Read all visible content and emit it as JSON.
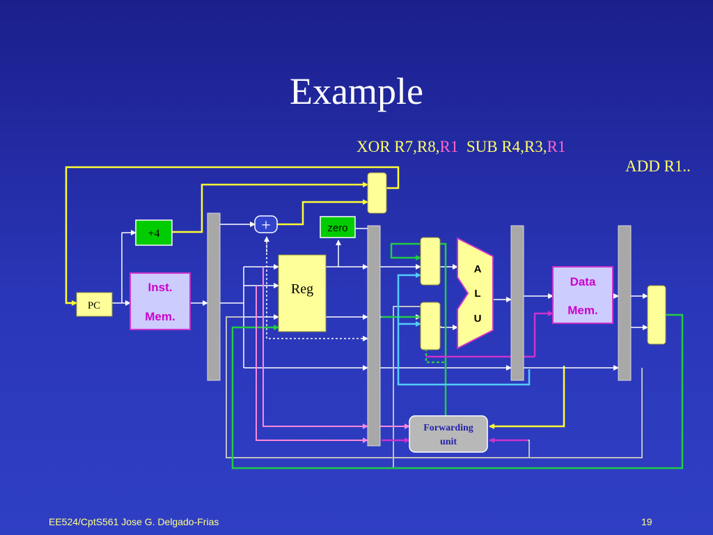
{
  "slide": {
    "title": "Example",
    "instructions": {
      "xor_prefix": "XOR  R7,R8,",
      "xor_reg": "R1",
      "sub_prefix": "SUB  R4,R3,",
      "sub_reg": "R1",
      "add": "ADD R1.."
    },
    "footer_left": "EE524/CptS561  Jose G. Delgado-Frias",
    "page_number": "19"
  },
  "diagram": {
    "pc": "PC",
    "plus4": "+4",
    "adder": "+",
    "zero": "zero",
    "inst_mem_1": "Inst.",
    "inst_mem_2": "Mem.",
    "reg": "Reg",
    "alu_a": "A",
    "alu_l": "L",
    "alu_u": "U",
    "data_mem_1": "Data",
    "data_mem_2": "Mem.",
    "fwd_1": "Forwarding",
    "fwd_2": "unit"
  },
  "colors": {
    "background": "#2a36b8",
    "yellow_block": "#ffff99",
    "green_block": "#00cc00",
    "lavender_block": "#ccccff",
    "pipeline_reg": "#a8a8a8",
    "wire_white": "#ffffff",
    "wire_yellow": "#ffff33",
    "wire_green": "#22cc44",
    "wire_magenta": "#cc33cc",
    "wire_pink": "#ff88dd",
    "wire_cyan": "#55ccff",
    "wire_gray": "#c0c0c0"
  }
}
